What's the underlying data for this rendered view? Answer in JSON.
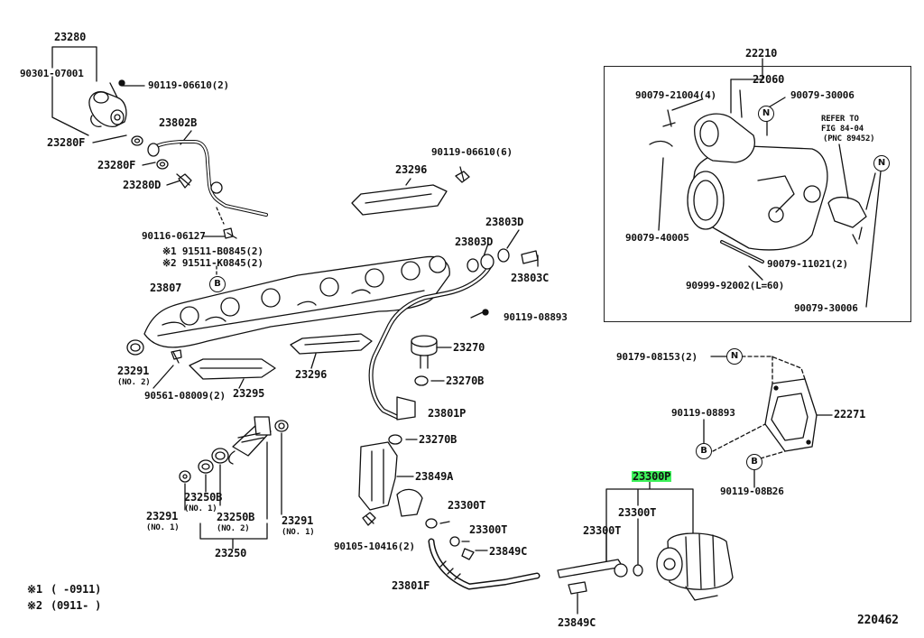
{
  "diagram": {
    "figure_number": "220462",
    "notes": [
      {
        "mark": "※1",
        "text": "(      -0911)"
      },
      {
        "mark": "※2",
        "text": "(0911-      )"
      }
    ],
    "labels": {
      "p23280": "23280",
      "p90301": "90301-07001",
      "p90119a": "90119-06610(2)",
      "p23280F1": "23280F",
      "p23802B": "23802B",
      "p23280F2": "23280F",
      "p23280D": "23280D",
      "p90116": "90116-06127",
      "p91511a": "※1 91511-B0845(2)",
      "p91511b": "※2 91511-K0845(2)",
      "p23807": "23807",
      "p23291a": "23291",
      "p23291a_no": "(NO. 2)",
      "p90561": "90561-08009(2)",
      "p23295": "23295",
      "p23296a": "23296",
      "p23296b": "23296",
      "p90119b": "90119-06610(6)",
      "p23803D1": "23803D",
      "p23803D2": "23803D",
      "p23803C": "23803C",
      "p90119c": "90119-08893",
      "p23270": "23270",
      "p23270B1": "23270B",
      "p23801P": "23801P",
      "p23270B2": "23270B",
      "p23849A": "23849A",
      "p23300T1": "23300T",
      "p23300T2": "23300T",
      "p23849C1": "23849C",
      "p90105": "90105-10416(2)",
      "p23801F": "23801F",
      "p23291b": "23291",
      "p23291b_no": "(NO. 1)",
      "p23250B1": "23250B",
      "p23250B1_no": "(NO. 1)",
      "p23250B2": "23250B",
      "p23250B2_no": "(NO. 2)",
      "p23291c": "23291",
      "p23291c_no": "(NO. 1)",
      "p23250": "23250",
      "p22210": "22210",
      "p22060": "22060",
      "p90079_21004": "90079-21004(4)",
      "p90079_30006a": "90079-30006",
      "refer1": "REFER TO",
      "refer2": "FIG 84-04",
      "refer3": "(PNC 89452)",
      "p90079_40005": "90079-40005",
      "p90079_11021": "90079-11021(2)",
      "p90999": "90999-92002(L=60)",
      "p90079_30006b": "90079-30006",
      "p90179": "90179-08153(2)",
      "p22271": "22271",
      "p90119d": "90119-08893",
      "p90119e": "90119-08B26",
      "p23300P": "23300P",
      "p23300T3": "23300T",
      "p23300T4": "23300T",
      "p23849C2": "23849C"
    },
    "callouts": {
      "B": "B",
      "N": "N"
    },
    "highlight_color": "#3df25a"
  }
}
